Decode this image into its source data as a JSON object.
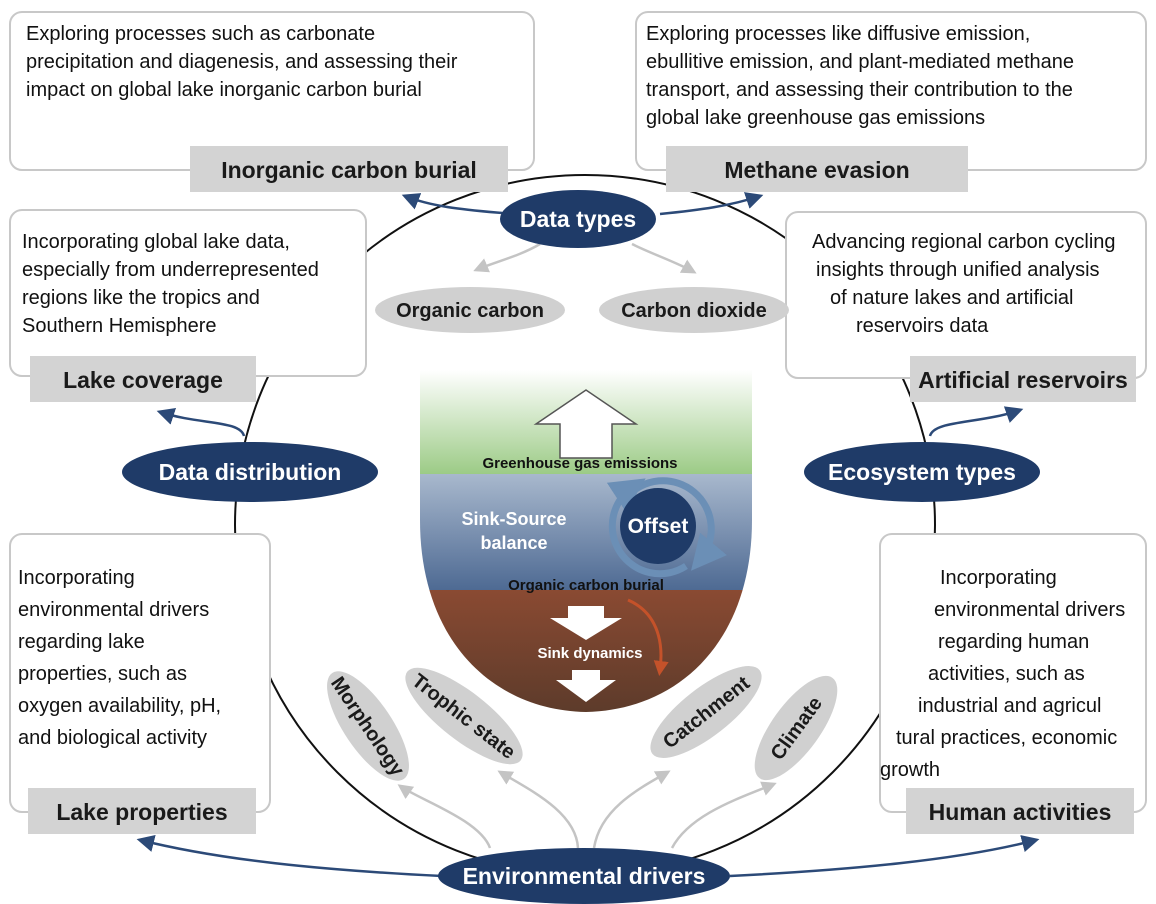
{
  "colors": {
    "hub_fill": "#1f3b68",
    "gray_box": "#d3d3d3",
    "ellipse_fill": "#d0d0d0",
    "arrow_blue": "#2c4a78",
    "arrow_gray": "#c4c4c4",
    "water_top": "#a8b8cd",
    "water_bottom": "#4e6a93",
    "sediment_top": "#8a4a32",
    "sediment_bottom": "#5a3a2a",
    "vegetation": "#9ccb86",
    "cycle_arrow": "#6b8fb6",
    "red_arrow": "#c4522a"
  },
  "hubs": {
    "data_types": "Data types",
    "data_distribution": "Data distribution",
    "ecosystem_types": "Ecosystem types",
    "environmental_drivers": "Environmental drivers"
  },
  "top_left": {
    "lines": [
      "Exploring processes such as carbonate",
      "precipitation and diagenesis, and assessing their",
      "impact on global lake inorganic carbon burial"
    ],
    "label": "Inorganic carbon burial"
  },
  "top_right": {
    "lines": [
      "Exploring processes like diffusive emission,",
      "ebullitive emission, and plant-mediated methane",
      "transport, and assessing their contribution to the",
      "global lake greenhouse gas emissions"
    ],
    "label": "Methane evasion"
  },
  "mid_left": {
    "lines": [
      "Incorporating global lake data,",
      "especially from underrepresented",
      "regions like the tropics and",
      "Southern Hemisphere"
    ],
    "label": "Lake coverage"
  },
  "mid_right": {
    "lines": [
      "Advancing regional carbon cycling",
      "insights through unified analysis",
      "of nature lakes and artificial",
      "reservoirs data"
    ],
    "label": "Artificial reservoirs"
  },
  "bottom_left": {
    "lines": [
      "Incorporating",
      "environmental drivers",
      "regarding lake",
      "properties, such as",
      "oxygen availability, pH,",
      "and biological activity"
    ],
    "label": "Lake properties"
  },
  "bottom_right": {
    "lines": [
      "Incorporating",
      "environmental drivers",
      "regarding human",
      "activities, such as",
      "industrial and agricul",
      "tural practices, economic",
      "growth"
    ],
    "label": "Human activities"
  },
  "sub_types": [
    "Organic carbon",
    "Carbon dioxide"
  ],
  "drivers": [
    "Morphology",
    "Trophic state",
    "Catchment",
    "Climate"
  ],
  "lake": {
    "emissions": "Greenhouse gas emissions",
    "sink_source_1": "Sink-Source",
    "sink_source_2": "balance",
    "offset": "Offset",
    "burial": "Organic carbon burial",
    "sink_dynamics": "Sink dynamics"
  }
}
